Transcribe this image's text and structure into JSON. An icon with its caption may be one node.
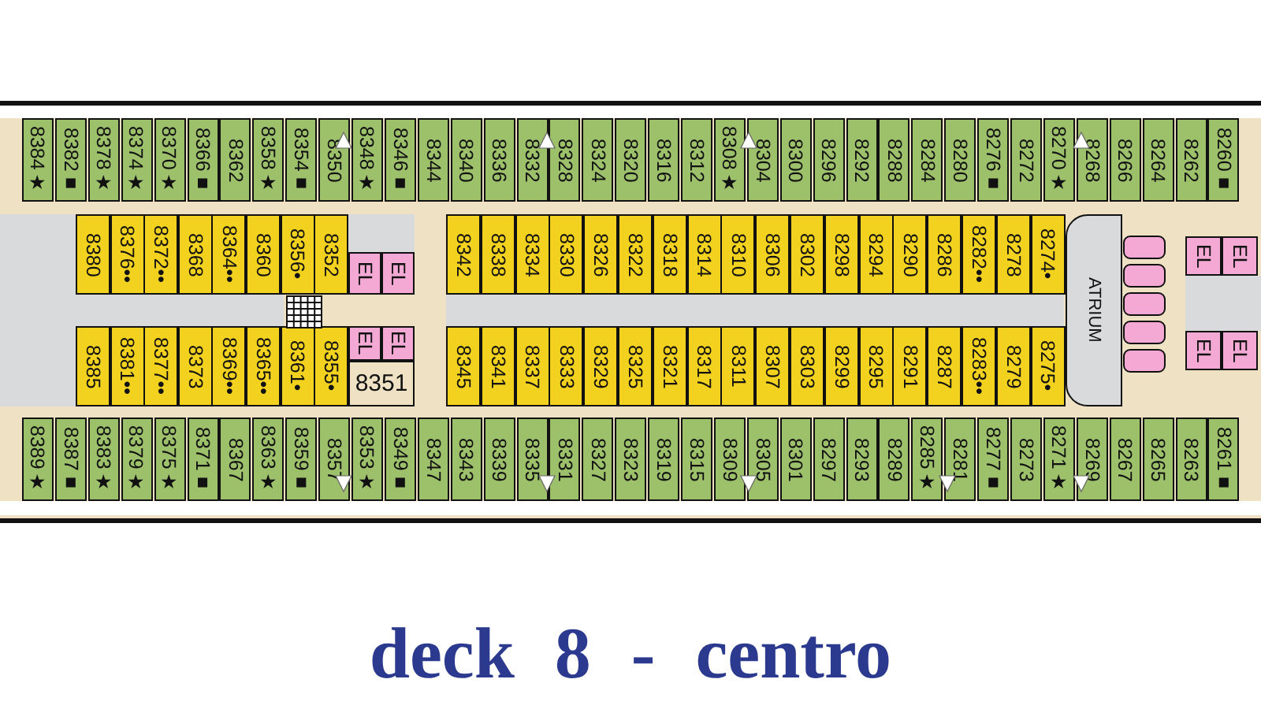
{
  "diagram": {
    "title": "deck 8 - centro",
    "nodes": [
      {
        "text": [
          "8384★"
        ]
      },
      {
        "text": [
          "8382■"
        ]
      },
      {
        "text": [
          "8378★"
        ]
      },
      {
        "text": [
          "8374★"
        ]
      },
      {
        "text": [
          "8370★"
        ]
      },
      {
        "text": [
          "8366■"
        ]
      },
      {
        "text": [
          "8362"
        ]
      },
      {
        "text": [
          "8358★"
        ]
      },
      {
        "text": [
          "8354■"
        ]
      },
      {
        "text": [
          "8350"
        ]
      },
      {
        "text": [
          "8348★"
        ]
      },
      {
        "text": [
          "8346■"
        ]
      },
      {
        "text": [
          "8344"
        ]
      },
      {
        "text": [
          "8340"
        ]
      },
      {
        "text": [
          "8336"
        ]
      },
      {
        "text": [
          "8332"
        ]
      },
      {
        "text": [
          "8328"
        ]
      },
      {
        "text": [
          "8324"
        ]
      },
      {
        "text": [
          "8320"
        ]
      },
      {
        "text": [
          "8316"
        ]
      },
      {
        "text": [
          "8312"
        ]
      },
      {
        "text": [
          "8308★"
        ]
      },
      {
        "text": [
          "8304"
        ]
      },
      {
        "text": [
          "8300"
        ]
      },
      {
        "text": [
          "8296"
        ]
      },
      {
        "text": [
          "8292"
        ]
      },
      {
        "text": [
          "8288"
        ]
      },
      {
        "text": [
          "8284"
        ]
      },
      {
        "text": [
          "8280"
        ]
      },
      {
        "text": [
          "8276■"
        ]
      },
      {
        "text": [
          "8272"
        ]
      },
      {
        "text": [
          "8270★"
        ]
      },
      {
        "text": [
          "8268"
        ]
      },
      {
        "text": [
          "8266"
        ]
      },
      {
        "text": [
          "8264"
        ]
      },
      {
        "text": [
          "8262"
        ]
      },
      {
        "text": [
          "8260■"
        ]
      },
      {
        "text": [
          "8380"
        ]
      },
      {
        "text": [
          "8376••"
        ]
      },
      {
        "text": [
          "8372••"
        ]
      },
      {
        "text": [
          "8368"
        ]
      },
      {
        "text": [
          "8364••"
        ]
      },
      {
        "text": [
          "8360"
        ]
      },
      {
        "text": [
          "8356•"
        ]
      },
      {
        "text": [
          "8352"
        ]
      },
      {
        "text": [
          "EL"
        ]
      },
      {
        "text": [
          "EL"
        ]
      },
      {
        "text": [
          "8342"
        ]
      },
      {
        "text": [
          "8338"
        ]
      },
      {
        "text": [
          "8334"
        ]
      },
      {
        "text": [
          "8330"
        ]
      },
      {
        "text": [
          "8326"
        ]
      },
      {
        "text": [
          "8322"
        ]
      },
      {
        "text": [
          "8318"
        ]
      },
      {
        "text": [
          "8314"
        ]
      },
      {
        "text": [
          "8310"
        ]
      },
      {
        "text": [
          "8306"
        ]
      },
      {
        "text": [
          "8302"
        ]
      },
      {
        "text": [
          "8298"
        ]
      },
      {
        "text": [
          "8294"
        ]
      },
      {
        "text": [
          "8290"
        ]
      },
      {
        "text": [
          "8286"
        ]
      },
      {
        "text": [
          "8282••"
        ]
      },
      {
        "text": [
          "8278"
        ]
      },
      {
        "text": [
          "8274•"
        ]
      },
      {
        "text": [
          "ATRIUM"
        ]
      },
      {
        "text": [
          "EL"
        ]
      },
      {
        "text": [
          "EL"
        ]
      },
      {
        "text": [
          "8385"
        ]
      },
      {
        "text": [
          "8381••"
        ]
      },
      {
        "text": [
          "8377••"
        ]
      },
      {
        "text": [
          "8373"
        ]
      },
      {
        "text": [
          "8369••"
        ]
      },
      {
        "text": [
          "8365••"
        ]
      },
      {
        "text": [
          "8361•"
        ]
      },
      {
        "text": [
          "8355•"
        ]
      },
      {
        "text": [
          "EL"
        ]
      },
      {
        "text": [
          "EL"
        ]
      },
      {
        "text": [
          "8351"
        ]
      },
      {
        "text": [
          "8345"
        ]
      },
      {
        "text": [
          "8341"
        ]
      },
      {
        "text": [
          "8337"
        ]
      },
      {
        "text": [
          "8333"
        ]
      },
      {
        "text": [
          "8329"
        ]
      },
      {
        "text": [
          "8325"
        ]
      },
      {
        "text": [
          "8321"
        ]
      },
      {
        "text": [
          "8317"
        ]
      },
      {
        "text": [
          "8311"
        ]
      },
      {
        "text": [
          "8307"
        ]
      },
      {
        "text": [
          "8303"
        ]
      },
      {
        "text": [
          "8299"
        ]
      },
      {
        "text": [
          "8295"
        ]
      },
      {
        "text": [
          "8291"
        ]
      },
      {
        "text": [
          "8287"
        ]
      },
      {
        "text": [
          "8283••"
        ]
      },
      {
        "text": [
          "8279"
        ]
      },
      {
        "text": [
          "8275•"
        ]
      },
      {
        "text": [
          "EL"
        ]
      },
      {
        "text": [
          "EL"
        ]
      },
      {
        "text": [
          "8389★"
        ]
      },
      {
        "text": [
          "8387■"
        ]
      },
      {
        "text": [
          "8383★"
        ]
      },
      {
        "text": [
          "8379★"
        ]
      },
      {
        "text": [
          "8375★"
        ]
      },
      {
        "text": [
          "8371■"
        ]
      },
      {
        "text": [
          "8367"
        ]
      },
      {
        "text": [
          "8363★"
        ]
      },
      {
        "text": [
          "8359■"
        ]
      },
      {
        "text": [
          "8357"
        ]
      },
      {
        "text": [
          "8353★"
        ]
      },
      {
        "text": [
          "8349■"
        ]
      },
      {
        "text": [
          "8347"
        ]
      },
      {
        "text": [
          "8343"
        ]
      },
      {
        "text": [
          "8339"
        ]
      },
      {
        "text": [
          "8335"
        ]
      },
      {
        "text": [
          "8331"
        ]
      },
      {
        "text": [
          "8327"
        ]
      },
      {
        "text": [
          "8323"
        ]
      },
      {
        "text": [
          "8319"
        ]
      },
      {
        "text": [
          "8315"
        ]
      },
      {
        "text": [
          "8309"
        ]
      },
      {
        "text": [
          "8305"
        ]
      },
      {
        "text": [
          "8301"
        ]
      },
      {
        "text": [
          "8297"
        ]
      },
      {
        "text": [
          "8293"
        ]
      },
      {
        "text": [
          "8289"
        ]
      },
      {
        "text": [
          "8285★"
        ]
      },
      {
        "text": [
          "8281"
        ]
      },
      {
        "text": [
          "8277■"
        ]
      },
      {
        "text": [
          "8273"
        ]
      },
      {
        "text": [
          "8271★"
        ]
      },
      {
        "text": [
          "8269"
        ]
      },
      {
        "text": [
          "8267"
        ]
      },
      {
        "text": [
          "8265"
        ]
      },
      {
        "text": [
          "8263"
        ]
      },
      {
        "text": [
          "8261■"
        ]
      }
    ]
  }
}
